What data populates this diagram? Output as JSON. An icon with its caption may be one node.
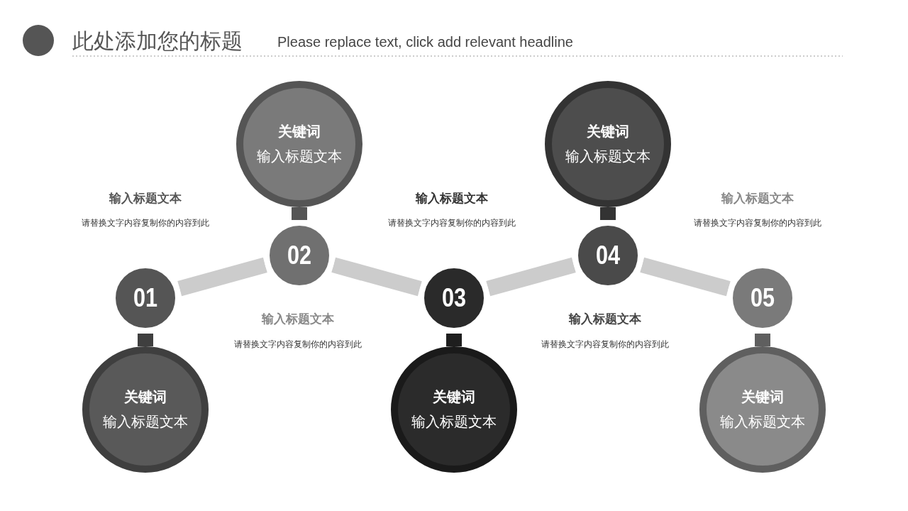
{
  "diagram": {
    "title": "此处添加您的标题",
    "nodes": [
      {
        "text": [
          "01"
        ]
      },
      {
        "text": [
          "02"
        ]
      },
      {
        "text": [
          "03"
        ]
      },
      {
        "text": [
          "04"
        ]
      },
      {
        "text": [
          "05"
        ]
      },
      {
        "text": [
          "关键词",
          "输入标题文本"
        ]
      },
      {
        "text": [
          "关键词",
          "输入标题文本"
        ]
      },
      {
        "text": [
          "关键词",
          "输入标题文本"
        ]
      },
      {
        "text": [
          "关键词",
          "输入标题文本"
        ]
      },
      {
        "text": [
          "关键词",
          "输入标题文本"
        ]
      }
    ],
    "edges": [
      {
        "from": 0,
        "to": 1,
        "arrow": "none",
        "color": "#cccccc"
      },
      {
        "from": 1,
        "to": 2,
        "arrow": "none",
        "color": "#cccccc"
      },
      {
        "from": 2,
        "to": 3,
        "arrow": "none",
        "color": "#cccccc"
      },
      {
        "from": 3,
        "to": 4,
        "arrow": "none",
        "color": "#cccccc"
      },
      {
        "from": 0,
        "to": 5,
        "arrow": "none",
        "color": "#3f3f3f"
      },
      {
        "from": 1,
        "to": 6,
        "arrow": "none",
        "color": "#555555"
      },
      {
        "from": 2,
        "to": 7,
        "arrow": "none",
        "color": "#1e1e1e"
      },
      {
        "from": 3,
        "to": 8,
        "arrow": "none",
        "color": "#333333"
      },
      {
        "from": 4,
        "to": 9,
        "arrow": "none",
        "color": "#5f5f5f"
      }
    ],
    "labels": [
      "Please replace text, click add relevant headline",
      "输入标题文本",
      "请替换文字内容复制你的内容到此",
      "输入标题文本",
      "请替换文字内容复制你的内容到此",
      "输入标题文本",
      "请替换文字内容复制你的内容到此",
      "输入标题文本",
      "请替换文字内容复制你的内容到此",
      "输入标题文本",
      "请替换文字内容复制你的内容到此"
    ]
  }
}
